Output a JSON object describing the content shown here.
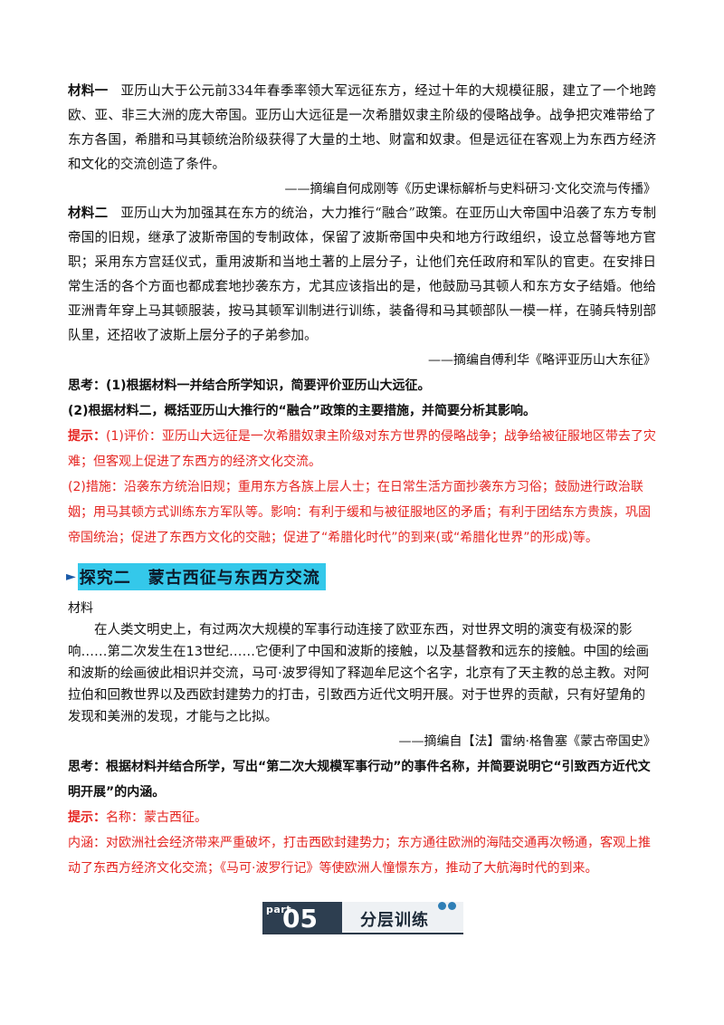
{
  "material1": {
    "label": "材料一",
    "text": "亚历山大于公元前334年春季率领大军远征东方，经过十年的大规模征服，建立了一个地跨欧、亚、非三大洲的庞大帝国。亚历山大远征是一次希腊奴隶主阶级的侵略战争。战争把灾难带给了东方各国，希腊和马其顿统治阶级获得了大量的土地、财富和奴隶。但是远征在客观上为东西方经济和文化的交流创造了条件。",
    "source": "——摘编自何成刚等《历史课标解析与史料研习·文化交流与传播》"
  },
  "material2": {
    "label": "材料二",
    "text": "亚历山大为加强其在东方的统治，大力推行“融合”政策。在亚历山大帝国中沿袭了东方专制帝国的旧规，继承了波斯帝国的专制政体，保留了波斯帝国中央和地方行政组织，设立总督等地方官职；采用东方宫廷仪式，重用波斯和当地土著的上层分子，让他们充任政府和军队的官吏。在安排日常生活的各个方面也都成套地抄袭东方，尤其应该指出的是，他鼓励马其顿人和东方女子结婚。他给亚洲青年穿上马其顿服装，按马其顿军训制进行训练，装备得和马其顿部队一模一样，在骑兵特别部队里，还招收了波斯上层分子的子弟参加。",
    "source": "——摘编自傅利华《略评亚历山大东征》"
  },
  "think1": {
    "q1": "思考：(1)根据材料一并结合所学知识，简要评价亚历山大远征。",
    "q2": "(2)根据材料二，概括亚历山大推行的“融合”政策的主要措施，并简要分析其影响。"
  },
  "hint1": {
    "label": "提示：",
    "a1": "(1)评价：亚历山大远征是一次希腊奴隶主阶级对东方世界的侵略战争；战争给被征服地区带去了灾难；但客观上促进了东西方的经济文化交流。",
    "a2": "(2)措施：沿袭东方统治旧规；重用东方各族上层人士；在日常生活方面抄袭东方习俗；鼓励进行政治联姻；用马其顿方式训练东方军队等。影响：有利于缓和与被征服地区的矛盾；有利于团结东方贵族，巩固帝国统治；促进了东西方文化的交融；促进了“希腊化时代”的到来(或“希腊化世界”的形成)等。"
  },
  "section2": {
    "marker": "►",
    "title": "探究二　蒙古西征与东西方交流"
  },
  "material3": {
    "label": "材料",
    "text": "在人类文明史上，有过两次大规模的军事行动连接了欧亚东西，对世界文明的演变有极深的影响……第二次发生在13世纪……它便利了中国和波斯的接触，以及基督教和远东的接触。中国的绘画和波斯的绘画彼此相识并交流，马可·波罗得知了释迦牟尼这个名字，北京有了天主教的总主教。对阿拉伯和回教世界以及西欧封建势力的打击，引致西方近代文明开展。对于世界的贡献，只有好望角的发现和美洲的发现，才能与之比拟。",
    "source": "——摘编自【法】雷纳·格鲁塞《蒙古帝国史》"
  },
  "think2": {
    "q": "思考：根据材料并结合所学，写出“第二次大规模军事行动”的事件名称，并简要说明它“引致西方近代文明开展”的内涵。"
  },
  "hint2": {
    "label": "提示：",
    "a1": "名称：蒙古西征。",
    "a2": "内涵：对欧洲社会经济带来严重破坏，打击西欧封建势力；东方通往欧洲的海陆交通再次畅通，客观上推动了东西方经济文化交流；《马可·波罗行记》等使欧洲人憧憬东方，推动了大航海时代的到来。"
  },
  "part_banner": {
    "label": "part.",
    "number": "05",
    "title": "分层训练"
  }
}
